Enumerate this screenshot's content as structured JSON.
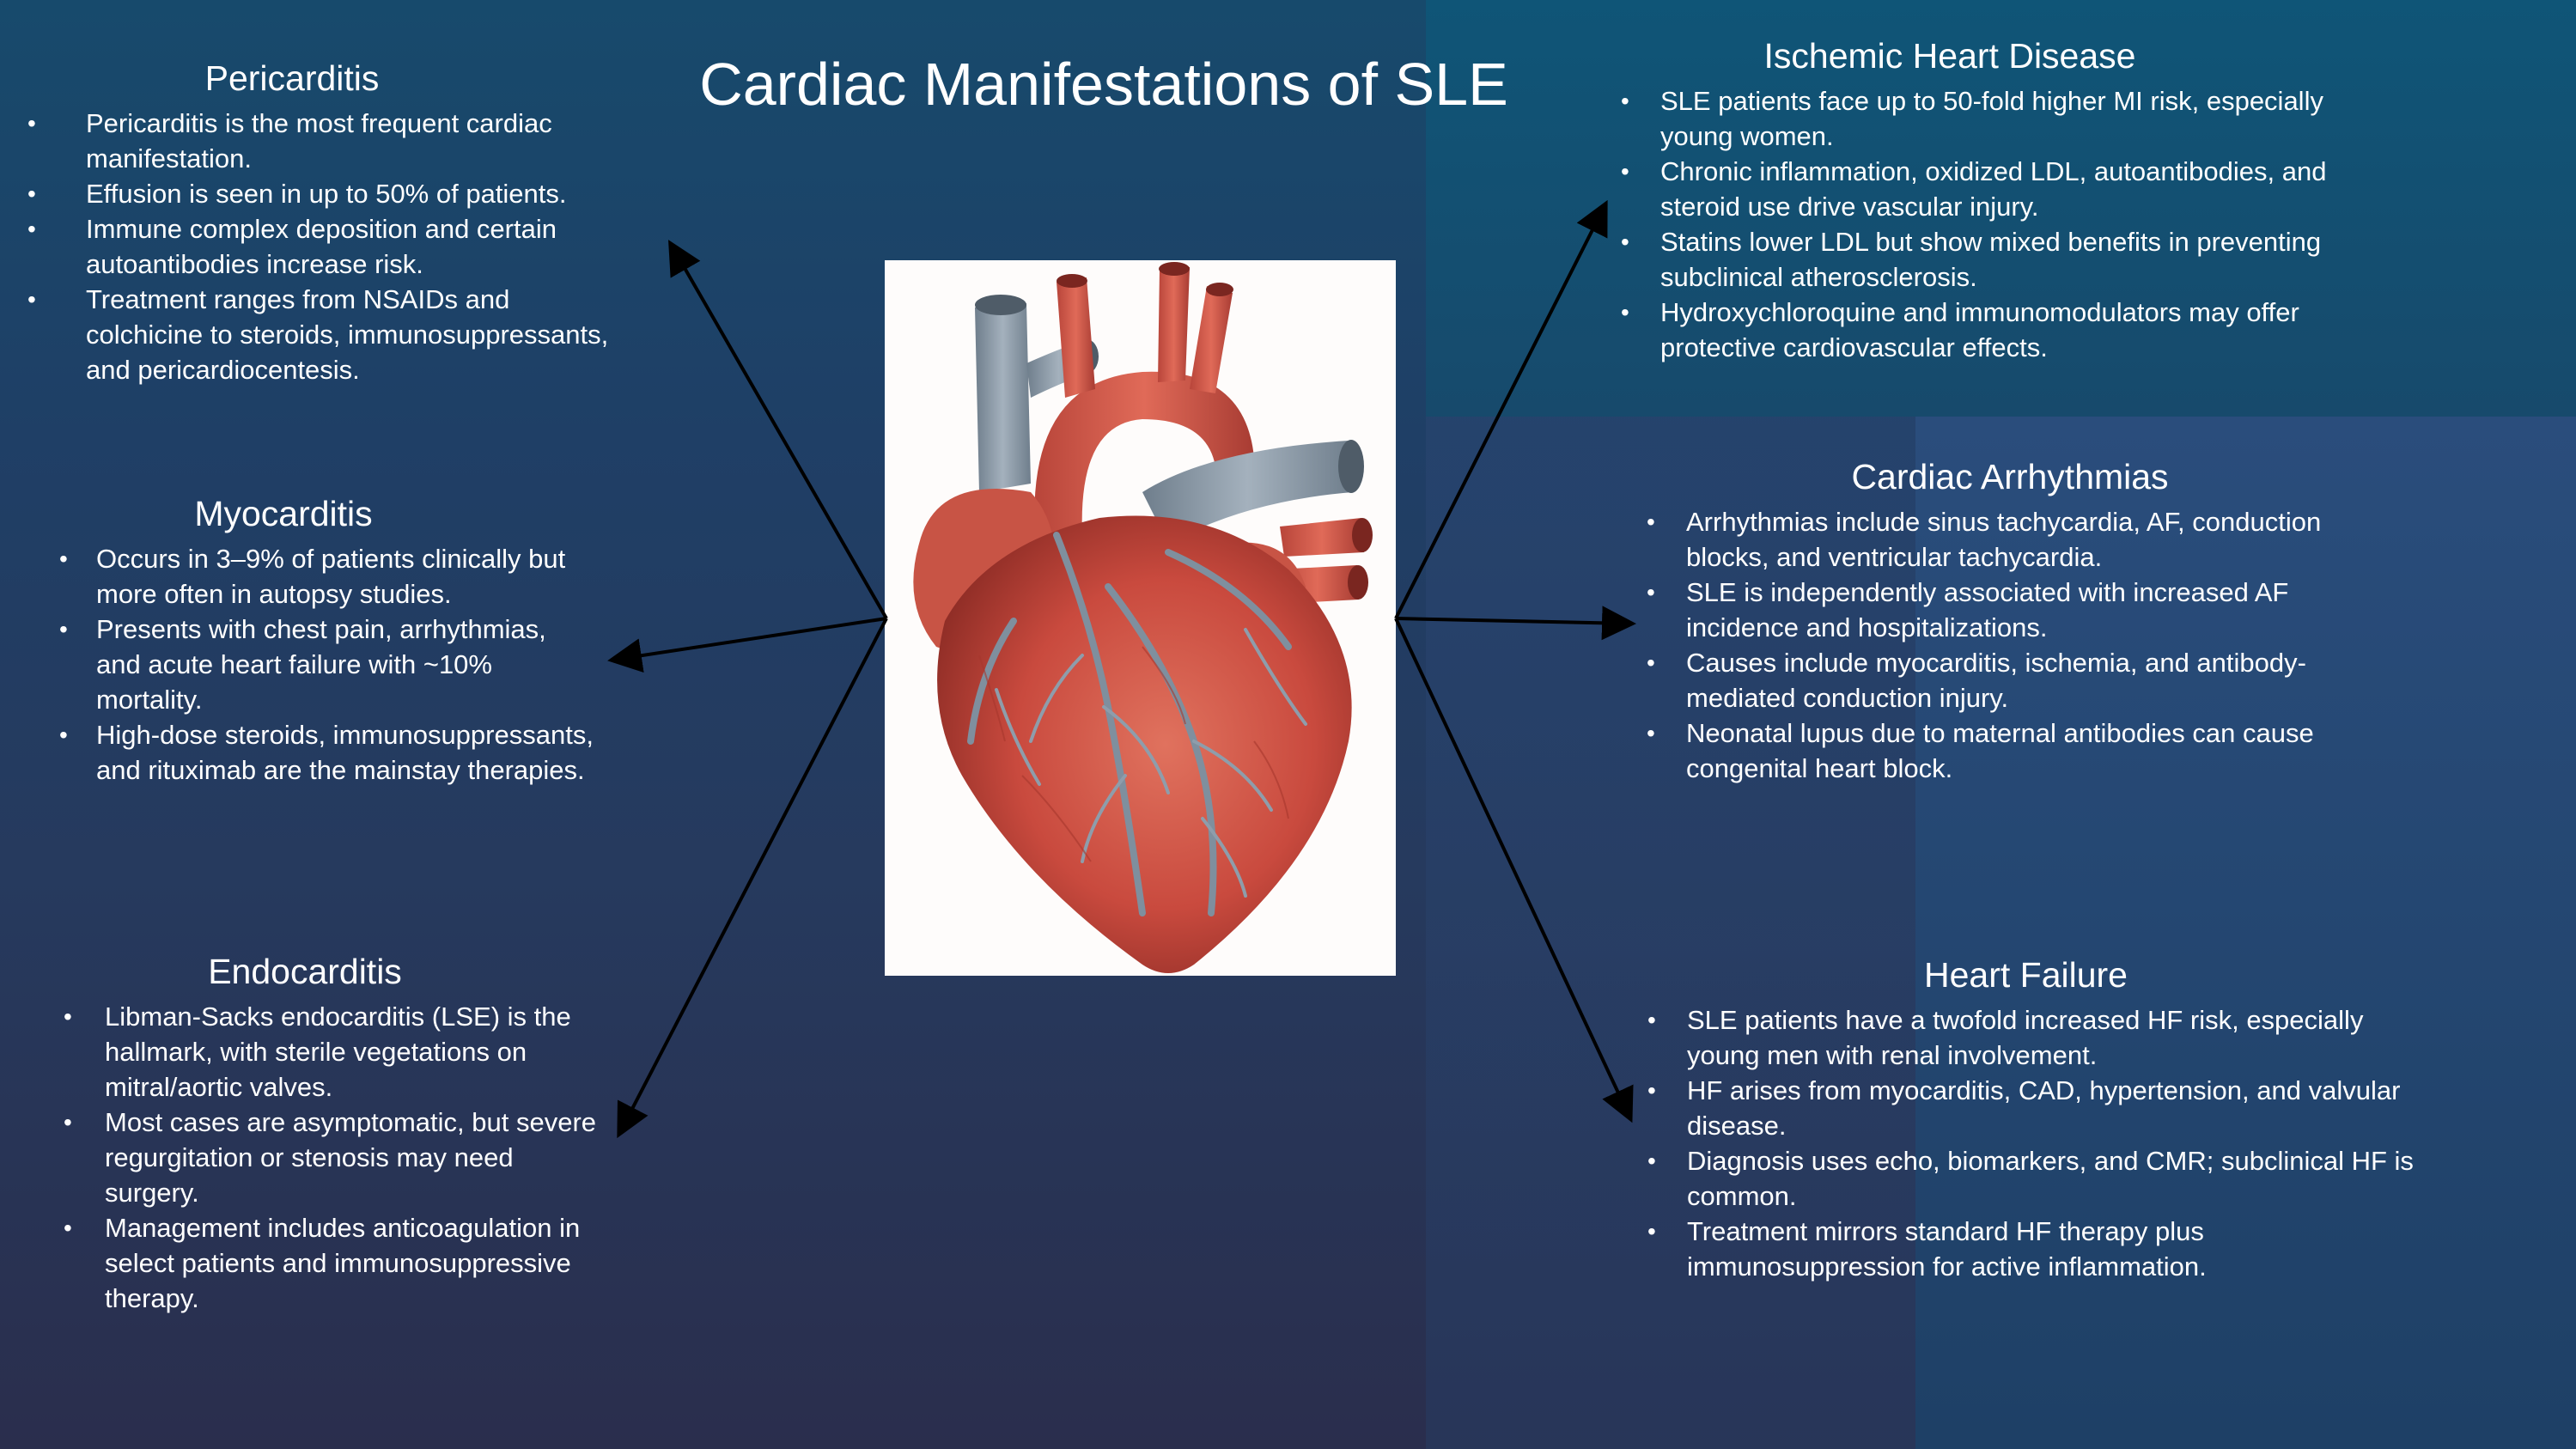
{
  "title": "Cardiac Manifestations of SLE",
  "sections": {
    "pericarditis": {
      "heading": "Pericarditis",
      "items": [
        "Pericarditis is the most frequent cardiac manifestation.",
        "Effusion is seen in up to 50% of patients.",
        "Immune complex deposition and certain autoantibodies increase risk.",
        "Treatment ranges from NSAIDs and colchicine to steroids, immunosuppressants, and pericardiocentesis."
      ]
    },
    "myocarditis": {
      "heading": "Myocarditis",
      "items": [
        "Occurs in 3–9% of patients clinically but more often in autopsy studies.",
        "Presents with chest pain, arrhythmias, and acute heart failure with ~10% mortality.",
        "High-dose steroids, immunosuppressants, and rituximab are the mainstay therapies."
      ]
    },
    "endocarditis": {
      "heading": "Endocarditis",
      "items": [
        "Libman-Sacks endocarditis (LSE) is the hallmark, with sterile vegetations on mitral/aortic valves.",
        "Most cases are asymptomatic, but severe regurgitation or stenosis may need surgery.",
        "Management includes anticoagulation in select patients and immunosuppressive therapy."
      ]
    },
    "ischemic": {
      "heading": "Ischemic Heart Disease",
      "items": [
        "SLE patients face up to 50-fold higher MI risk, especially young women.",
        "Chronic inflammation, oxidized LDL, autoantibodies, and steroid use drive vascular injury.",
        "Statins lower LDL but show mixed benefits in preventing subclinical atherosclerosis.",
        "Hydroxychloroquine and immunomodulators may offer protective cardiovascular effects."
      ]
    },
    "arrhythmias": {
      "heading": "Cardiac Arrhythmias",
      "items": [
        "Arrhythmias include sinus tachycardia, AF, conduction blocks, and ventricular tachycardia.",
        "SLE is independently associated with increased AF incidence and hospitalizations.",
        "Causes include myocarditis, ischemia, and antibody-mediated conduction injury.",
        "Neonatal lupus due to maternal antibodies can cause congenital heart block."
      ]
    },
    "heart_failure": {
      "heading": "Heart Failure",
      "items": [
        "SLE patients have a twofold increased HF risk, especially young men with renal involvement.",
        "HF arises from myocarditis, CAD, hypertension, and valvular disease.",
        "Diagnosis uses echo, biomarkers, and CMR; subclinical HF is common.",
        "Treatment mirrors standard HF therapy plus immunosuppression for active inflammation."
      ]
    }
  },
  "image": {
    "icon": "anatomical-heart-illustration"
  },
  "colors": {
    "text": "#ffffff",
    "arrow": "#000000",
    "heart_red": "#c94a3e",
    "vessel_gray": "#8a98a6"
  }
}
